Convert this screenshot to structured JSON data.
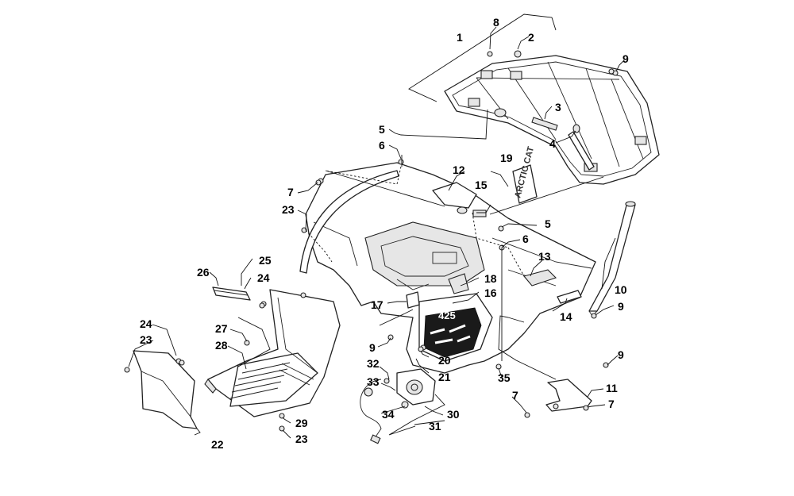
{
  "diagram": {
    "callouts": [
      {
        "id": "c1",
        "label": "1"
      },
      {
        "id": "c2",
        "label": "2"
      },
      {
        "id": "c3",
        "label": "3"
      },
      {
        "id": "c4",
        "label": "4"
      },
      {
        "id": "c5a",
        "label": "5"
      },
      {
        "id": "c5b",
        "label": "5"
      },
      {
        "id": "c6a",
        "label": "6"
      },
      {
        "id": "c6b",
        "label": "6"
      },
      {
        "id": "c7a",
        "label": "7"
      },
      {
        "id": "c7b",
        "label": "7"
      },
      {
        "id": "c7c",
        "label": "7"
      },
      {
        "id": "c8",
        "label": "8"
      },
      {
        "id": "c9a",
        "label": "9"
      },
      {
        "id": "c9b",
        "label": "9"
      },
      {
        "id": "c9c",
        "label": "9"
      },
      {
        "id": "c9d",
        "label": "9"
      },
      {
        "id": "c10",
        "label": "10"
      },
      {
        "id": "c11",
        "label": "11"
      },
      {
        "id": "c12",
        "label": "12"
      },
      {
        "id": "c13",
        "label": "13"
      },
      {
        "id": "c14",
        "label": "14"
      },
      {
        "id": "c15",
        "label": "15"
      },
      {
        "id": "c16",
        "label": "16"
      },
      {
        "id": "c17",
        "label": "17"
      },
      {
        "id": "c18",
        "label": "18"
      },
      {
        "id": "c19",
        "label": "19"
      },
      {
        "id": "c20",
        "label": "20"
      },
      {
        "id": "c21",
        "label": "21"
      },
      {
        "id": "c22",
        "label": "22"
      },
      {
        "id": "c23a",
        "label": "23"
      },
      {
        "id": "c23b",
        "label": "23"
      },
      {
        "id": "c23c",
        "label": "23"
      },
      {
        "id": "c24a",
        "label": "24"
      },
      {
        "id": "c24b",
        "label": "24"
      },
      {
        "id": "c25",
        "label": "25"
      },
      {
        "id": "c26",
        "label": "26"
      },
      {
        "id": "c27",
        "label": "27"
      },
      {
        "id": "c28",
        "label": "28"
      },
      {
        "id": "c29",
        "label": "29"
      },
      {
        "id": "c30",
        "label": "30"
      },
      {
        "id": "c31",
        "label": "31"
      },
      {
        "id": "c32",
        "label": "32"
      },
      {
        "id": "c33",
        "label": "33"
      },
      {
        "id": "c34",
        "label": "34"
      },
      {
        "id": "c35",
        "label": "35"
      }
    ],
    "decals": {
      "arctic_cat": "ARCTIC CAT",
      "model": "425"
    }
  }
}
